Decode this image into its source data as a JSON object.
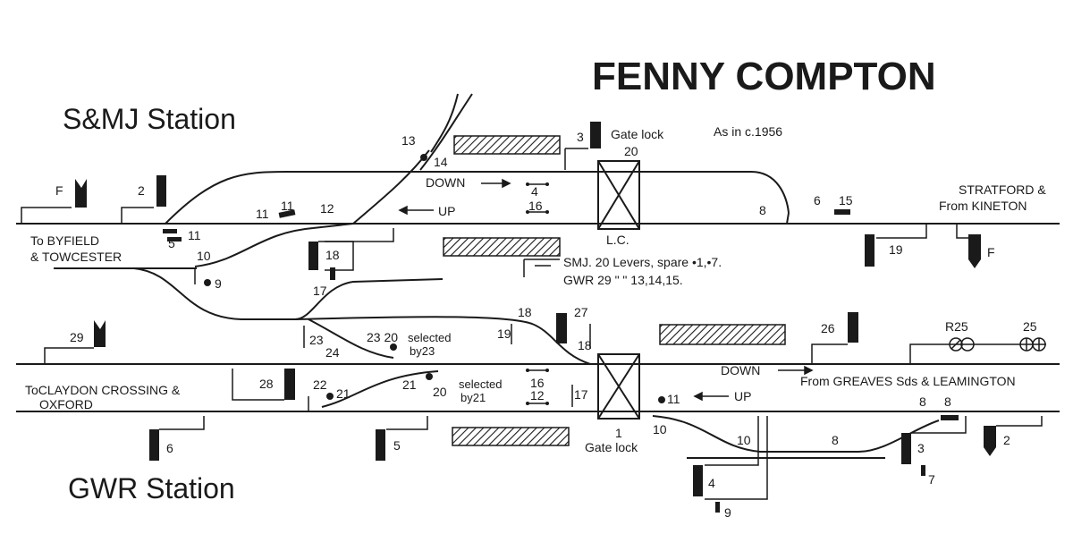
{
  "title": "FENNY COMPTON",
  "date_note": "As in c.1956",
  "semj": {
    "station_label": "S&MJ Station",
    "direction_down": "DOWN",
    "direction_up": "UP",
    "to_left": [
      "To BYFIELD",
      "& TOWCESTER"
    ],
    "to_right": [
      "STRATFORD &",
      "From KINETON"
    ],
    "gate_lock": "Gate lock",
    "level_crossing": "L.C.",
    "lever_note_1": "SMJ. 20 Levers, spare •1,•7.",
    "lever_note_2": "GWR 29     \"        \"     13,14,15."
  },
  "gwr": {
    "station_label": "GWR Station",
    "direction_down": "DOWN",
    "direction_up": "UP",
    "to_left": [
      "ToCLAYDON CROSSING &",
      "OXFORD"
    ],
    "to_right": "From GREAVES Sds & LEAMINGTON",
    "gate_lock": "Gate lock",
    "selected_23": [
      "selected",
      "by23"
    ],
    "selected_21": [
      "selected",
      "by21"
    ]
  },
  "numbers": {
    "n_F": "F",
    "n_2": "2",
    "n_3": "3",
    "n_20": "20",
    "n_13": "13",
    "n_14": "14",
    "n_4": "4",
    "n_16": "16",
    "n_11a": "11",
    "n_11b": "11",
    "n_12": "12",
    "n_8": "8",
    "n_6": "6",
    "n_15": "15",
    "n_5": "5",
    "n_11c": "11",
    "n_10": "10",
    "n_9": "9",
    "n_18": "18",
    "n_17": "17",
    "n_19": "19",
    "n_F2": "F",
    "n_29": "29",
    "n_23": "23",
    "n_24": "24",
    "n_2320": "23 20",
    "n_19b": "19",
    "n_18b": "18",
    "n_27": "27",
    "n_18c": "18",
    "n_26": "26",
    "n_R25": "R25",
    "n_25": "25",
    "n_28": "28",
    "n_22": "22",
    "n_21": "21",
    "n_21b": "21",
    "n_20b": "20",
    "n_16b": "16",
    "n_12b": "12",
    "n_17b": "17",
    "n_11d": "11",
    "n_1": "1",
    "n_10b": "10",
    "n_10c": "10",
    "n_8b": "8",
    "n_8c": "8",
    "n_8d": "8",
    "n_3b": "3",
    "n_7": "7",
    "n_2b": "2",
    "n_6b": "6",
    "n_5b": "5",
    "n_4b": "4",
    "n_9b": "9"
  },
  "colors": {
    "ink": "#1a1a1a",
    "paper": "#ffffff"
  }
}
